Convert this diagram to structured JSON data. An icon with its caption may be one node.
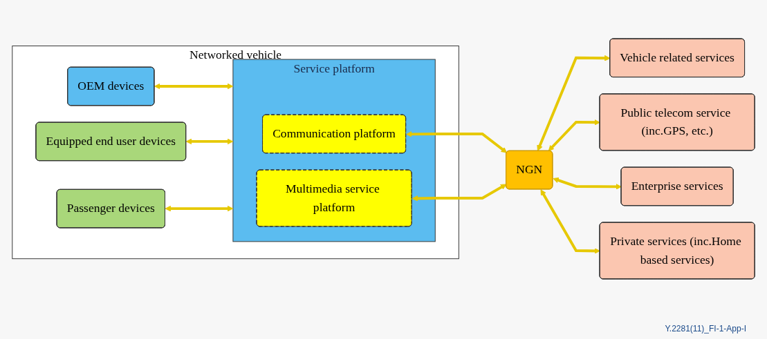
{
  "diagram": {
    "nodes": [
      {
        "text": [
          "Networked vehicle"
        ]
      },
      {
        "text": [
          "OEM devices"
        ],
        "in": 0
      },
      {
        "text": [
          "Equipped end user devices"
        ],
        "in": 0
      },
      {
        "text": [
          "Passenger devices"
        ],
        "in": 0
      },
      {
        "text": [
          "Service platform"
        ],
        "in": 0
      },
      {
        "text": [
          "Communication platform"
        ],
        "in": 4
      },
      {
        "text": [
          "Multimedia service platform"
        ],
        "in": 4
      },
      {
        "text": [
          "NGN"
        ]
      },
      {
        "text": [
          "Vehicle related services"
        ]
      },
      {
        "text": [
          "Public telecom service (inc.GPS, etc.)"
        ]
      },
      {
        "text": [
          "Enterprise services"
        ]
      },
      {
        "text": [
          "Private services (inc.Home based services)"
        ]
      }
    ],
    "edges": [
      {
        "from": 1,
        "to": 4,
        "arrow": "both"
      },
      {
        "from": 2,
        "to": 4,
        "arrow": "both"
      },
      {
        "from": 3,
        "to": 4,
        "arrow": "both"
      },
      {
        "from": 5,
        "to": 7,
        "arrow": "both"
      },
      {
        "from": 6,
        "to": 7,
        "arrow": "both"
      },
      {
        "from": 7,
        "to": 8,
        "arrow": "both"
      },
      {
        "from": 7,
        "to": 9,
        "arrow": "both"
      },
      {
        "from": 7,
        "to": 10,
        "arrow": "both"
      },
      {
        "from": 7,
        "to": 11,
        "arrow": "both"
      }
    ],
    "labels": [
      "Y.2281(11)_FI-1-App-I"
    ]
  }
}
